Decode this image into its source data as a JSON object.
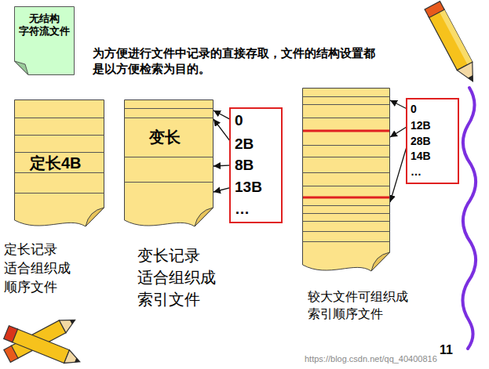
{
  "diagram": {
    "title": "为方便进行文件中记录的直接存取，文件的结构设置都是以方便检索为目的。",
    "nodes": [
      {
        "text": [
          "无结构 字符流文件"
        ]
      },
      {
        "text": [
          "定长4B"
        ]
      },
      {
        "text": [
          "变长"
        ]
      },
      {
        "text": [
          "0",
          "2B",
          "8B",
          "13B",
          "…"
        ]
      },
      {
        "text": []
      },
      {
        "text": [
          "0",
          "12B",
          "28B",
          "14B",
          "…"
        ]
      }
    ],
    "edges": [
      {
        "from": 3,
        "to": 2,
        "arrow": "to"
      },
      {
        "from": 3,
        "to": 2,
        "arrow": "to"
      },
      {
        "from": 3,
        "to": 2,
        "arrow": "to"
      },
      {
        "from": 3,
        "to": 2,
        "arrow": "to"
      },
      {
        "from": 5,
        "to": 4,
        "arrow": "to"
      },
      {
        "from": 5,
        "to": 4,
        "arrow": "to"
      },
      {
        "from": 5,
        "to": 4,
        "arrow": "to"
      }
    ],
    "labels": [
      "定长记录 适合组织成 顺序文件",
      "变长记录 适合组织成 索引文件",
      "较大文件可组织成 索引顺序文件",
      "11",
      "https://blog.csdn.net/qq_40400816"
    ]
  }
}
